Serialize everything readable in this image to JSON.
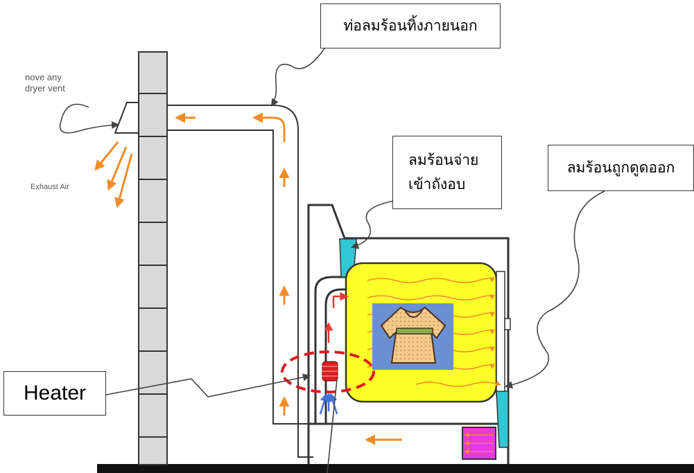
{
  "labels": {
    "exhaust_duct": "ท่อลมร้อนทิ้งภายนอก",
    "hot_air_supply_line1": "ลมร้อนจ่าย",
    "hot_air_supply_line2": "เข้าถังอบ",
    "hot_air_extracted": "ลมร้อนถูกดูดออก",
    "heater": "Heater",
    "vent_note_line1": "nove any",
    "vent_note_line2": "dryer vent",
    "exhaust_air": "Exhaust Air"
  },
  "colors": {
    "airflow_arrow": "#f28c28",
    "heat_arrow": "#e53935",
    "intake_arrow": "#3f6fd8",
    "drum": "#ffff2a",
    "vent_panel": "#33c6d4",
    "blower": "#e838e0",
    "heater_highlight": "#e0191f",
    "clothing_bg": "#6b8fd3"
  }
}
